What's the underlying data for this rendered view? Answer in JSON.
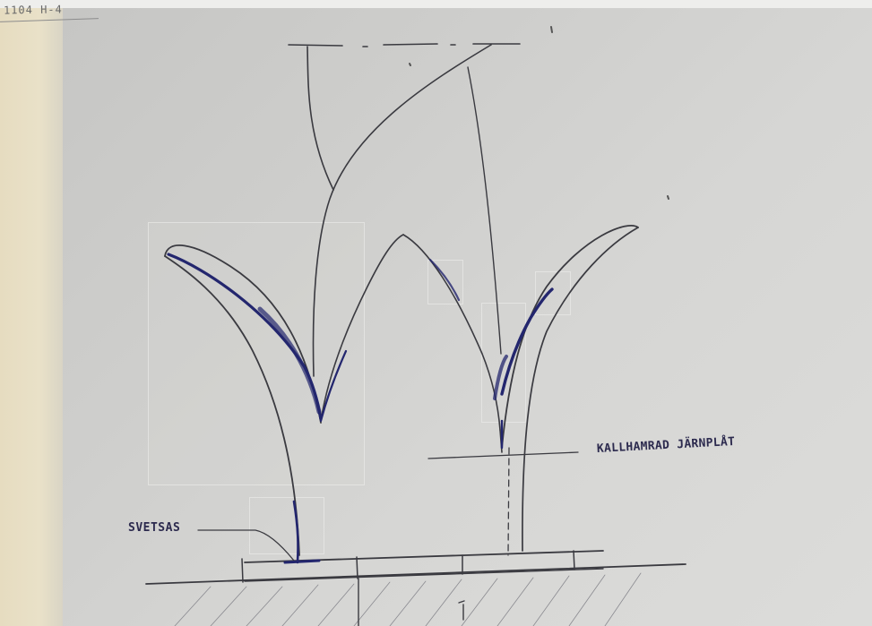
{
  "document": {
    "corner_tag": "1104  H-4",
    "labels": {
      "weld_note": "SVETSAS",
      "material_note": "KALLHAMRAD JÄRNPLÅT"
    },
    "colors": {
      "paper": "#d2d2d0",
      "pencil": "#3a3a40",
      "ink": "#23266e"
    }
  }
}
